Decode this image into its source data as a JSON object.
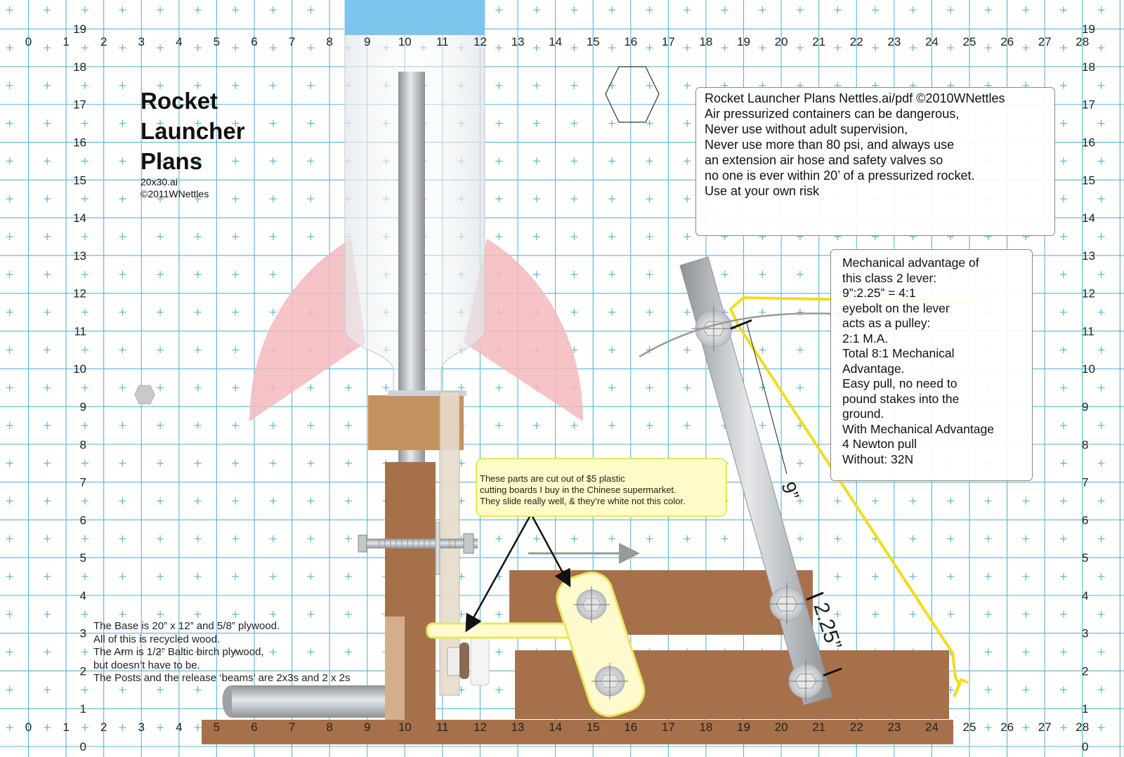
{
  "title": {
    "lines": [
      "Rocket",
      "Launcher",
      "Plans"
    ],
    "file": "20x30.ai",
    "copyright": "©2011WNettles"
  },
  "warning": {
    "lines": [
      "Rocket Launcher Plans Nettles.ai/pdf ©2010WNettles",
      "Air pressurized containers can be dangerous,",
      "Never use without adult supervision,",
      "Never use more than 80 psi, and always use",
      "an extension air hose and safety valves so",
      "no one is ever within 20’ of a pressurized rocket.",
      "Use at your own risk"
    ]
  },
  "mechanical": {
    "lines": [
      "Mechanical advantage of",
      "this class 2 lever:",
      "9”:2.25” = 4:1",
      "eyebolt on the lever",
      "acts as a pulley:",
      "2:1 M.A.",
      "Total 8:1 Mechanical",
      "Advantage.",
      "Easy pull, no need to",
      "pound stakes into the",
      "ground.",
      "With Mechanical Advantage",
      "4 Newton pull",
      "Without: 32N"
    ]
  },
  "callout": {
    "lines": [
      "These parts are cut out of $5 plastic",
      "cutting boards I buy in the Chinese supermarket.",
      "They slide really well, & they’re white not this color."
    ]
  },
  "base_notes": {
    "lines": [
      "The Base is 20” x 12” and 5/8” plywood.",
      "All of this is recycled wood.",
      "The Arm is 1/2” Baltic birch plywood,",
      "but doesn’t have to be.",
      "The Posts and the release ‘beams’ are 2x3s and 2 x 2s"
    ]
  },
  "dimensions": {
    "long_arm": "9”",
    "short_arm": "2.25”"
  },
  "rulers": {
    "x_top": [
      "0",
      "1",
      "2",
      "3",
      "4",
      "5",
      "6",
      "7",
      "8",
      "9",
      "10",
      "11",
      "12",
      "13",
      "14",
      "15",
      "16",
      "17",
      "18",
      "19",
      "20",
      "21",
      "22",
      "23",
      "24",
      "25",
      "26",
      "27",
      "28"
    ],
    "x_bottom": [
      "0",
      "1",
      "2",
      "3",
      "4",
      "5",
      "6",
      "7",
      "8",
      "9",
      "10",
      "11",
      "12",
      "13",
      "14",
      "15",
      "16",
      "17",
      "18",
      "19",
      "20",
      "21",
      "22",
      "23",
      "24",
      "25",
      "26",
      "27",
      "28"
    ],
    "y_left": [
      "19",
      "18",
      "17",
      "16",
      "15",
      "14",
      "13",
      "12",
      "11",
      "10",
      "9",
      "8",
      "7",
      "6",
      "5",
      "4",
      "3",
      "2",
      "1",
      "0"
    ],
    "y_right": [
      "19",
      "18",
      "17",
      "16",
      "15",
      "14",
      "13",
      "12",
      "11",
      "10",
      "9",
      "8",
      "7",
      "6",
      "5",
      "4",
      "3",
      "2",
      "1",
      "0"
    ]
  },
  "colors": {
    "grid": "#5ab4d6",
    "wood": "#a6714a",
    "wood_light": "#c89a68",
    "fin": "#f4b8bd",
    "bottle_cap": "#7cc6ee",
    "rope": "#f2dc1e",
    "plastic_part": "#fffacd",
    "metal": "#a8acb0"
  }
}
